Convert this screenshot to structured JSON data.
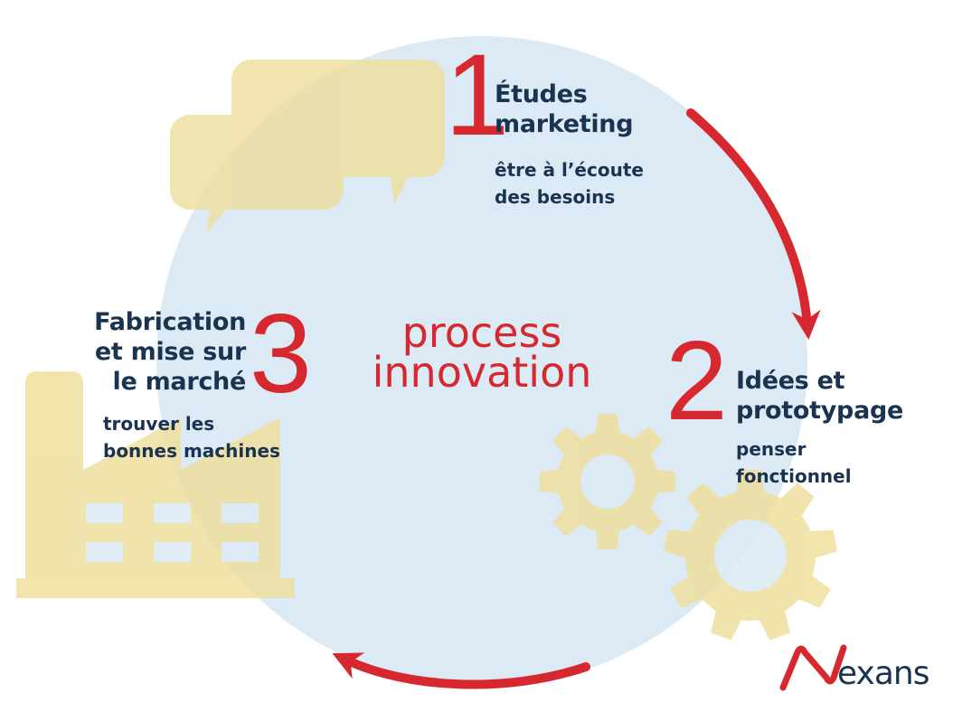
{
  "center": {
    "line1": "process",
    "line2": "innovation"
  },
  "steps": [
    {
      "number": "1",
      "title_line1": "Études",
      "title_line2": "marketing",
      "desc_line1": "être à l’écoute",
      "desc_line2": "des besoins",
      "icon": "speech-bubbles-icon"
    },
    {
      "number": "2",
      "title_line1": "Idées et",
      "title_line2": "prototypage",
      "desc_line1": "penser",
      "desc_line2": "fonctionnel",
      "icon": "gears-icon"
    },
    {
      "number": "3",
      "title_line1": "Fabrication",
      "title_line2": "et mise sur",
      "title_line3": "le marché",
      "desc_line1": "trouver les",
      "desc_line2": "bonnes machines",
      "icon": "factory-icon"
    }
  ],
  "logo": {
    "text": "exans",
    "mark": "N"
  },
  "colors": {
    "accent_red": "#d7282f",
    "navy": "#1a3350",
    "circle_blue": "#dbeaf4",
    "icon_yellow": "#eedf9e"
  }
}
